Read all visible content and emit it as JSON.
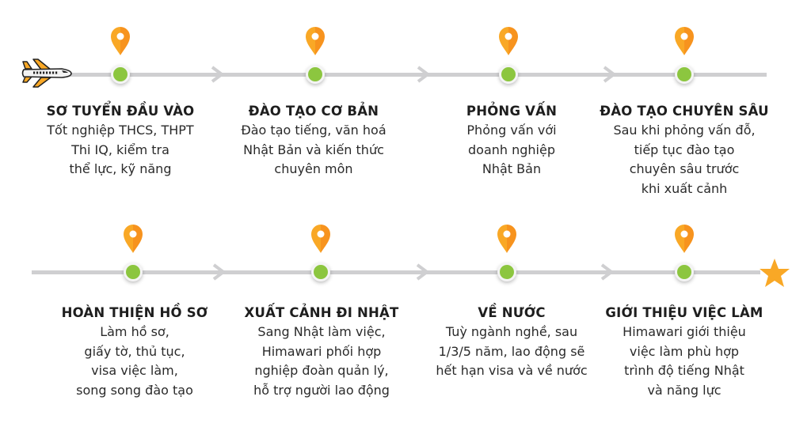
{
  "diagram": {
    "type": "timeline",
    "colors": {
      "line": "#cfcfd1",
      "pin": "#f9a826",
      "pin_shade": "#f7931e",
      "dot": "#8cc63f",
      "star": "#f9a826",
      "text": "#222222"
    },
    "start_icon": "airplane-icon",
    "end_icon": "star-icon",
    "rows": [
      {
        "steps": [
          {
            "title": "SƠ TUYỂN ĐẦU VÀO",
            "lines": [
              "Tốt nghiệp THCS, THPT",
              "Thi IQ, kiểm tra",
              "thể lực, kỹ năng"
            ]
          },
          {
            "title": "ĐÀO TẠO CƠ BẢN",
            "lines": [
              "Đào tạo tiếng, văn hoá",
              "Nhật Bản và kiến thức",
              "chuyên môn"
            ]
          },
          {
            "title": "PHỎNG VẤN",
            "lines": [
              "Phỏng vấn với",
              "doanh nghiệp",
              "Nhật Bản"
            ]
          },
          {
            "title": "ĐÀO TẠO CHUYÊN SÂU",
            "lines": [
              "Sau khi phỏng vấn đỗ,",
              "tiếp tục đào tạo",
              "chuyên sâu trước",
              "khi xuất cảnh"
            ]
          }
        ]
      },
      {
        "steps": [
          {
            "title": "HOÀN THIỆN HỒ SƠ",
            "lines": [
              "Làm hồ sơ,",
              "giấy tờ, thủ tục,",
              "visa việc làm,",
              "song song đào tạo"
            ]
          },
          {
            "title": "XUẤT CẢNH ĐI NHẬT",
            "lines": [
              "Sang Nhật làm việc,",
              "Himawari phối hợp",
              "nghiệp đoàn quản lý,",
              "hỗ trợ người lao động"
            ]
          },
          {
            "title": "VỀ NƯỚC",
            "lines": [
              "Tuỳ ngành nghề, sau",
              "1/3/5 năm, lao động sẽ",
              "hết hạn visa và về nước"
            ]
          },
          {
            "title": "GIỚI THIỆU VIỆC LÀM",
            "lines": [
              "Himawari giới thiệu",
              "việc làm phù hợp",
              "trình độ tiếng Nhật",
              "và năng lực"
            ]
          }
        ]
      }
    ]
  }
}
